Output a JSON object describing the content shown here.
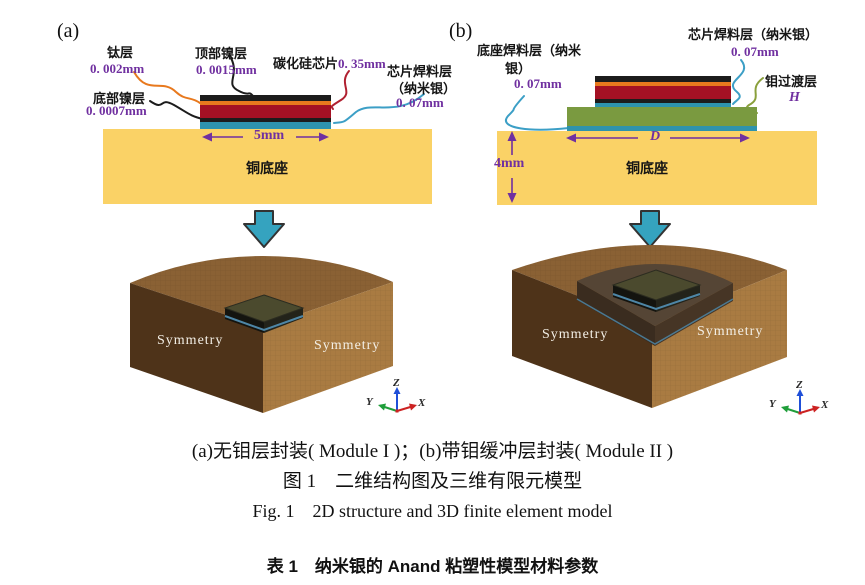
{
  "figure": {
    "panel_a": {
      "tag": "(a)",
      "ti_label": "钛层",
      "ti_value": "0. 002mm",
      "top_ni_label": "顶部镍层",
      "top_ni_value": "0. 0015mm",
      "bottom_ni_label": "底部镍层",
      "bottom_ni_value": "0. 0007mm",
      "sic_label": "碳化硅芯片",
      "sic_value": "0. 35mm",
      "die_solder_label_1": "芯片焊料层",
      "die_solder_label_2": "（纳米银）",
      "die_solder_value": "0. 07mm",
      "width_dim": "5mm",
      "base_label": "铜底座"
    },
    "panel_b": {
      "tag": "(b)",
      "base_solder_label_1": "底座焊料层（纳米",
      "base_solder_label_2": "银）",
      "base_solder_value": "0. 07mm",
      "die_solder_label": "芯片焊料层（纳米银）",
      "die_solder_value": "0. 07mm",
      "mo_label": "钼过渡层",
      "mo_height_dim": "H",
      "width_dim": "D",
      "base_height_dim": "4mm",
      "base_label": "铜底座"
    },
    "model_a": {
      "symmetry_left": "Symmetry",
      "symmetry_right": "Symmetry"
    },
    "model_b": {
      "symmetry_left": "Symmetry",
      "symmetry_right": "Symmetry"
    },
    "axes": {
      "x": "X",
      "y": "Y",
      "z": "Z"
    },
    "caption": {
      "subcaption": "(a)无钼层封装( Module I )；(b)带钼缓冲层封装( Module II )",
      "title_cn": "图 1　二维结构图及三维有限元模型",
      "title_en": "Fig. 1　2D structure and 3D finite element model",
      "table_title": "表 1　纳米银的 Anand 粘塑性模型材料参数"
    },
    "colors": {
      "dimension_purple": "#7030a0",
      "copper_base_yellow": "#fad266",
      "nickel_black": "#1c1c1c",
      "titanium_orange": "#e8791e",
      "sic_red": "#a41124",
      "nanosilver_teal": "#2e93ad",
      "mo_green": "#7a9a40",
      "flow_arrow_teal": "#35a3bf",
      "block_top_brown": "#8a6134",
      "block_left_brown": "#4e3319",
      "block_right_brown": "#a97b42"
    }
  }
}
